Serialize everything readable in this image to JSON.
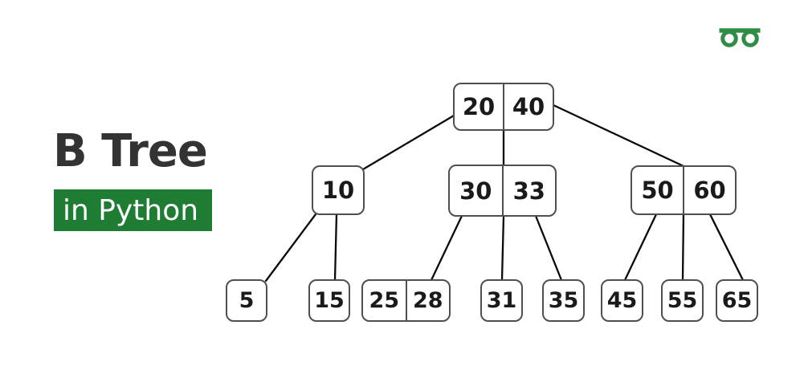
{
  "header": {
    "title": "B Tree",
    "subtitle": "in Python",
    "logo": "geeksforgeeks-icon"
  },
  "colors": {
    "brand_green": "#2F8D46",
    "subtitle_bg": "#1E7D33",
    "title_color": "#333333",
    "node_border": "#4F4F4F",
    "edge_color": "#0A0A0A",
    "key_color": "#1A1A1A",
    "background": "#FFFFFF"
  },
  "tree": {
    "type": "b-tree",
    "root": {
      "id": "20-40",
      "keys": [
        "20",
        "40"
      ]
    },
    "internal": [
      {
        "id": "10",
        "keys": [
          "10"
        ]
      },
      {
        "id": "30-33",
        "keys": [
          "30",
          "33"
        ]
      },
      {
        "id": "50-60",
        "keys": [
          "50",
          "60"
        ]
      }
    ],
    "leaves": [
      {
        "id": "5",
        "keys": [
          "5"
        ]
      },
      {
        "id": "15",
        "keys": [
          "15"
        ]
      },
      {
        "id": "25-28",
        "keys": [
          "25",
          "28"
        ]
      },
      {
        "id": "31",
        "keys": [
          "31"
        ]
      },
      {
        "id": "35",
        "keys": [
          "35"
        ]
      },
      {
        "id": "45",
        "keys": [
          "45"
        ]
      },
      {
        "id": "55",
        "keys": [
          "55"
        ]
      },
      {
        "id": "65",
        "keys": [
          "65"
        ]
      }
    ],
    "edges": [
      {
        "from": "20-40",
        "to": "10"
      },
      {
        "from": "20-40",
        "to": "30-33"
      },
      {
        "from": "20-40",
        "to": "50-60"
      },
      {
        "from": "10",
        "to": "5"
      },
      {
        "from": "10",
        "to": "15"
      },
      {
        "from": "30-33",
        "to": "25-28"
      },
      {
        "from": "30-33",
        "to": "31"
      },
      {
        "from": "30-33",
        "to": "35"
      },
      {
        "from": "50-60",
        "to": "45"
      },
      {
        "from": "50-60",
        "to": "55"
      },
      {
        "from": "50-60",
        "to": "65"
      }
    ]
  }
}
